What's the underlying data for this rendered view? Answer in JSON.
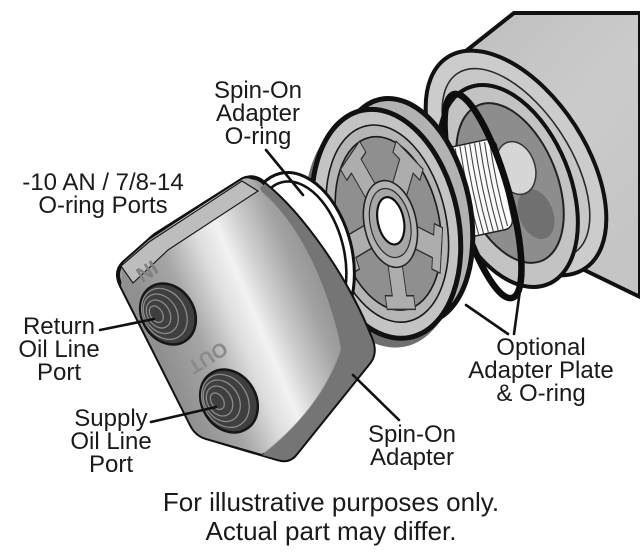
{
  "figure": {
    "background_color": "#ffffff",
    "outline_color": "#111111",
    "labels": {
      "spin_on_adapter_o_ring": {
        "lines": [
          "Spin-On",
          "Adapter",
          "O-ring"
        ]
      },
      "o_ring_ports": {
        "lines": [
          "-10 AN / 7/8-14",
          "O-ring Ports"
        ]
      },
      "return_port": {
        "lines": [
          "Return",
          "Oil Line",
          "Port"
        ]
      },
      "supply_port": {
        "lines": [
          "Supply",
          "Oil Line",
          "Port"
        ]
      },
      "spin_on_adapter": {
        "lines": [
          "Spin-On",
          "Adapter"
        ]
      },
      "optional_adapter_plate": {
        "lines": [
          "Optional",
          "Adapter Plate",
          "& O-ring"
        ]
      }
    },
    "part_markings": {
      "in": "IN",
      "out": "OUT"
    },
    "caption": {
      "lines": [
        "For illustrative purposes only.",
        "Actual part may differ."
      ]
    },
    "colors": {
      "body_light_gray": "#c8c8c8",
      "recess_gray": "#8d8d8d",
      "dark_band_gray": "#757575",
      "port_dark": "#3f3f3f",
      "marking_gray": "#808080"
    }
  }
}
